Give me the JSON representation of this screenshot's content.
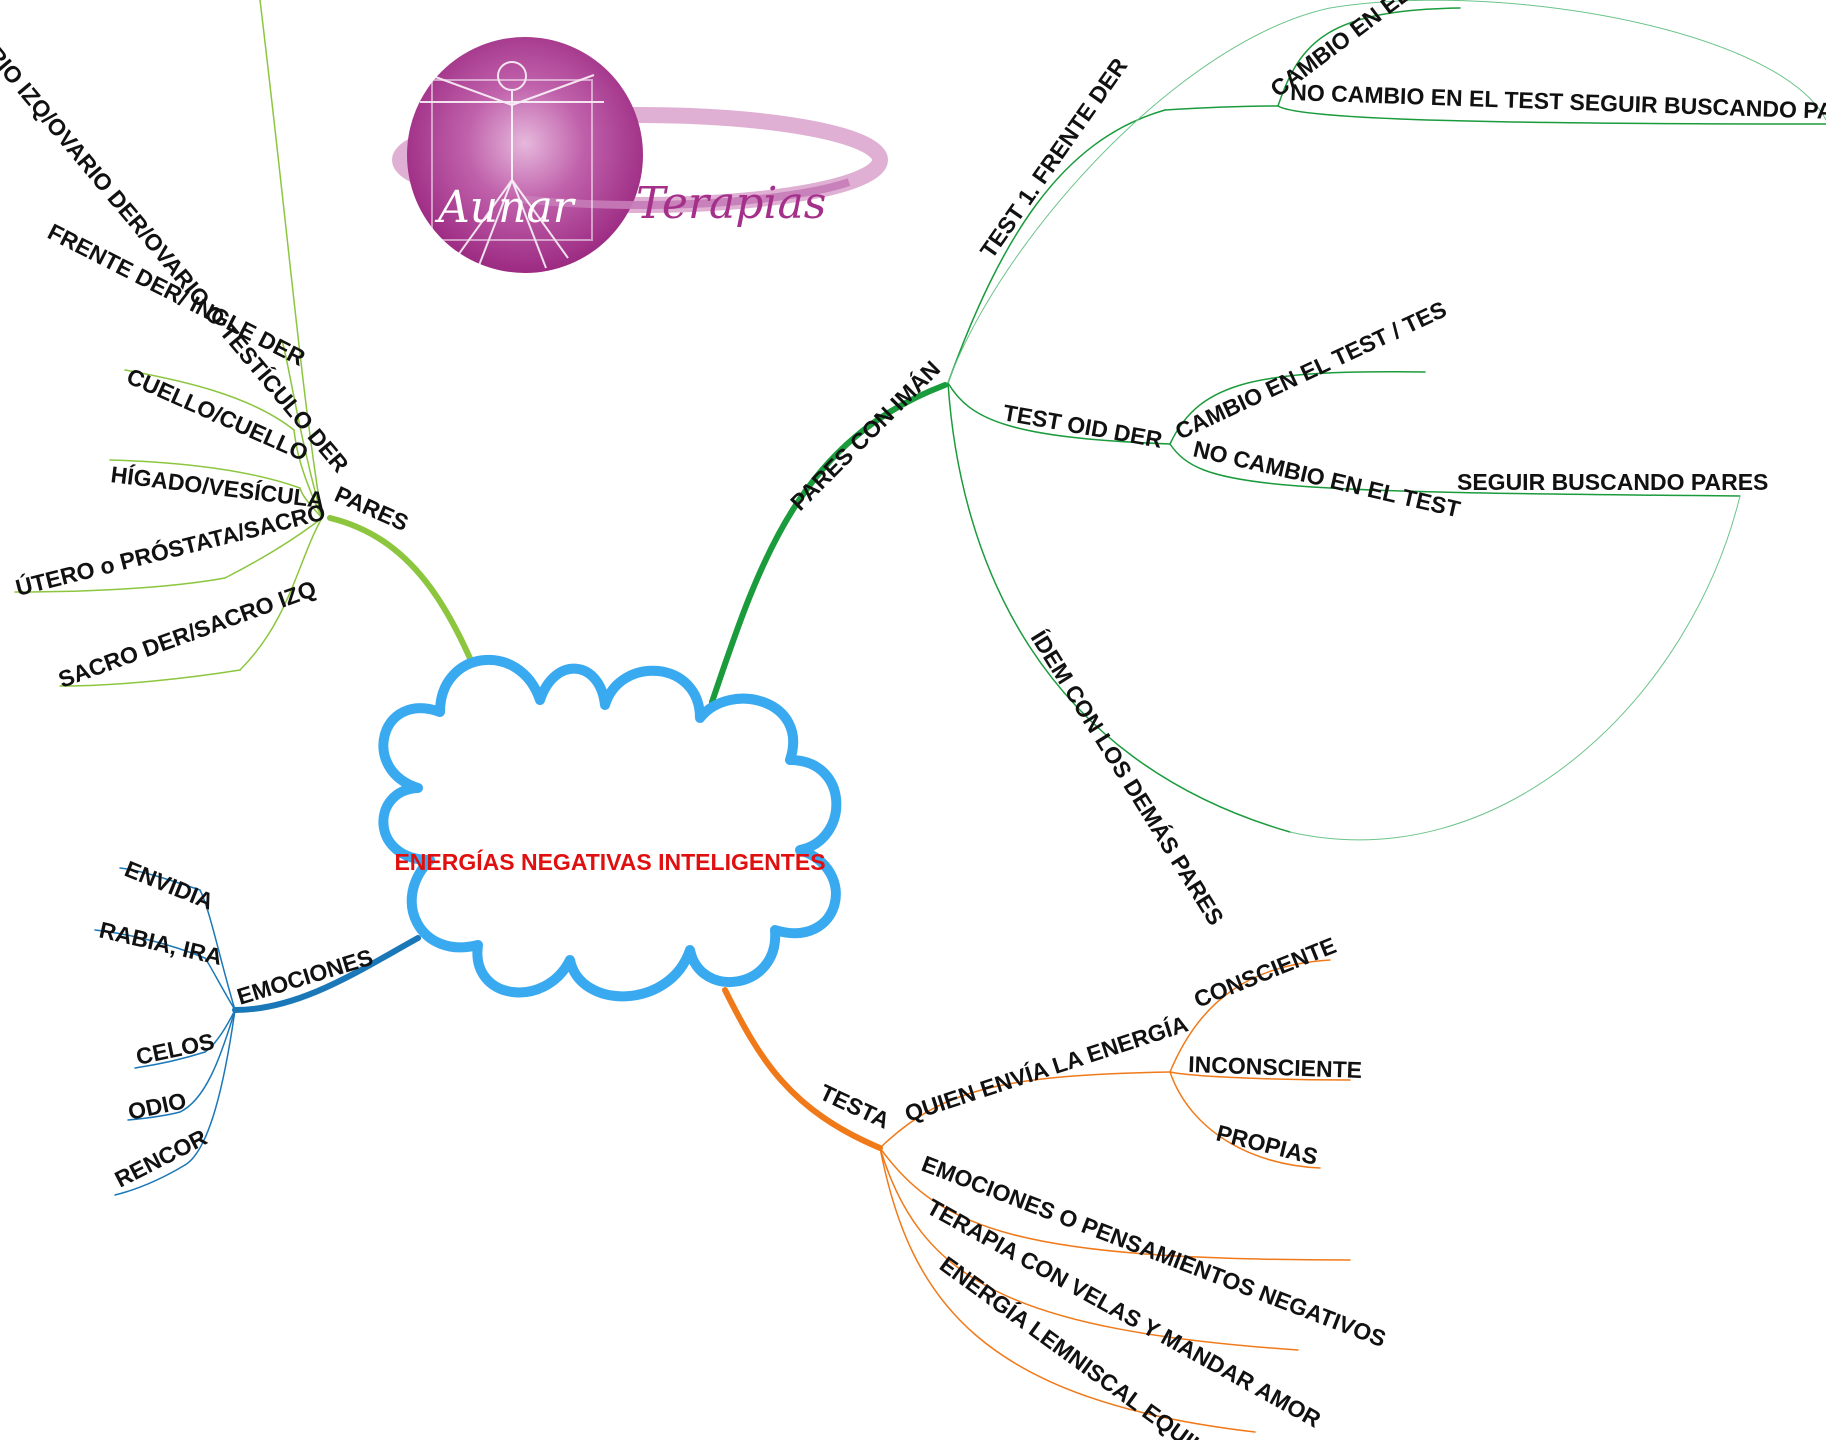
{
  "center": {
    "title": "ENERGÍAS NEGATIVAS INTELIGENTES"
  },
  "logo": {
    "word1": "Aunar",
    "word2": "Terapias",
    "color_primary": "#a4308a",
    "color_light": "#d9a2cc"
  },
  "colors": {
    "pares": "#8cc63f",
    "pares_con_iman": "#1a9b3c",
    "emociones": "#1b78b8",
    "testa": "#f07a1a",
    "cloud": "#3aaaf0",
    "center_text": "#e01010"
  },
  "branches": {
    "pares": {
      "label": "PARES",
      "items": [
        "OVARIO IZQ/OVARIO DER/OVARIO O TESTÍCULO DER",
        "FRENTE DER/ INGLE DER",
        "CUELLO/CUELLO",
        "HÍGADO/VESÍCULA",
        "ÚTERO o PRÓSTATA/SACRO",
        "SACRO DER/SACRO IZQ"
      ]
    },
    "pares_con_iman": {
      "label": "PARES CON IMÁN",
      "test1": {
        "label": "TEST 1. FRENTE DER",
        "cambio": "CAMBIO EN EL TEST",
        "no_cambio": "NO CAMBIO EN EL TEST SEGUIR BUSCANDO PARES"
      },
      "test_oid": {
        "label": "TEST OID DER",
        "cambio": "CAMBIO EN EL TEST / TES",
        "no_cambio": "NO CAMBIO EN EL TEST",
        "seguir": "SEGUIR BUSCANDO PARES"
      },
      "idem": "ÍDEM CON LOS DEMÁS PARES"
    },
    "emociones": {
      "label": "EMOCIONES",
      "items": [
        "ENVIDIA",
        "RABIA, IRA",
        "CELOS",
        "ODIO",
        "RENCOR"
      ]
    },
    "testa": {
      "label": "TESTA",
      "quien": {
        "label": "QUIEN ENVÍA LA ENERGÍA",
        "items": [
          "CONSCIENTE",
          "INCONSCIENTE",
          "PROPIAS"
        ]
      },
      "items": [
        "EMOCIONES O PENSAMIENTOS NEGATIVOS",
        "TERAPIA CON VELAS Y MANDAR AMOR",
        "ENERGÍA LEMNISCAL EQUILIBRAR"
      ]
    }
  }
}
